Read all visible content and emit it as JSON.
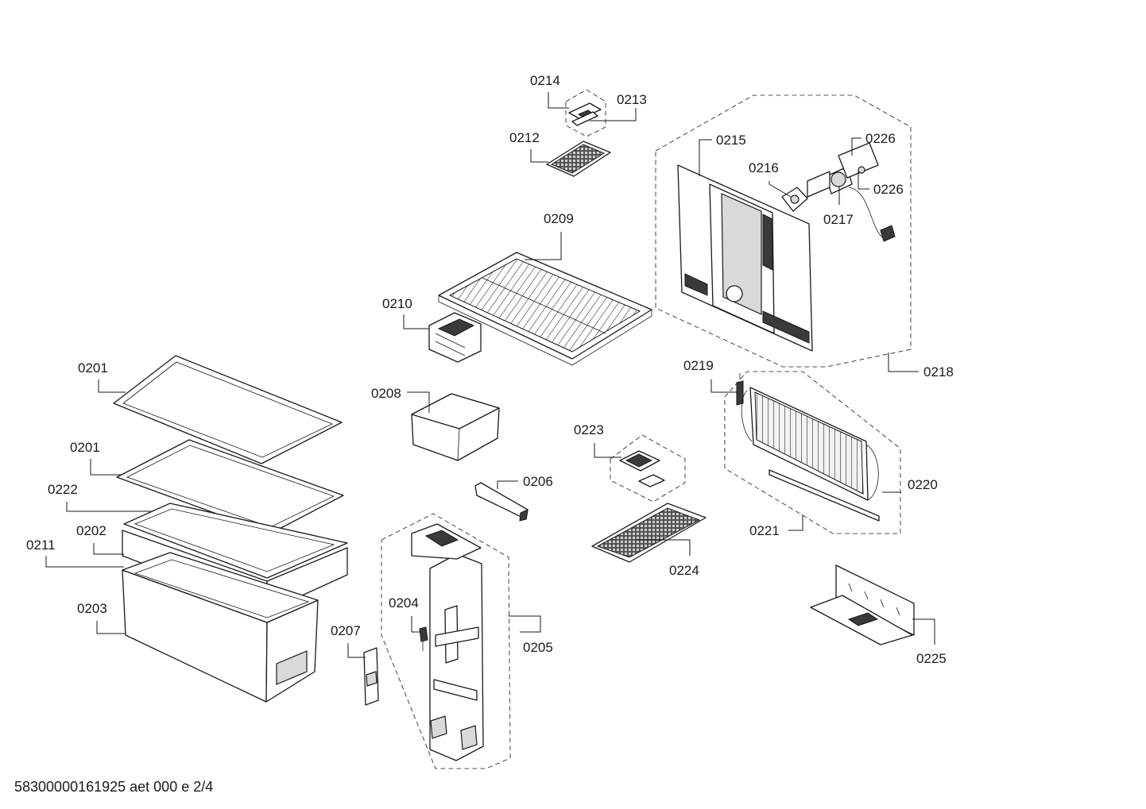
{
  "labels": {
    "p0201a": "0201",
    "p0201b": "0201",
    "p0202": "0202",
    "p0203": "0203",
    "p0204": "0204",
    "p0205": "0205",
    "p0206": "0206",
    "p0207": "0207",
    "p0208": "0208",
    "p0209": "0209",
    "p0210": "0210",
    "p0211": "0211",
    "p0212": "0212",
    "p0213": "0213",
    "p0214": "0214",
    "p0215": "0215",
    "p0216": "0216",
    "p0217": "0217",
    "p0218": "0218",
    "p0219": "0219",
    "p0220": "0220",
    "p0221": "0221",
    "p0222": "0222",
    "p0223": "0223",
    "p0224": "0224",
    "p0225": "0225",
    "p0226a": "0226",
    "p0226b": "0226"
  },
  "footer": "58300000161925 aet 000 e 2/4"
}
